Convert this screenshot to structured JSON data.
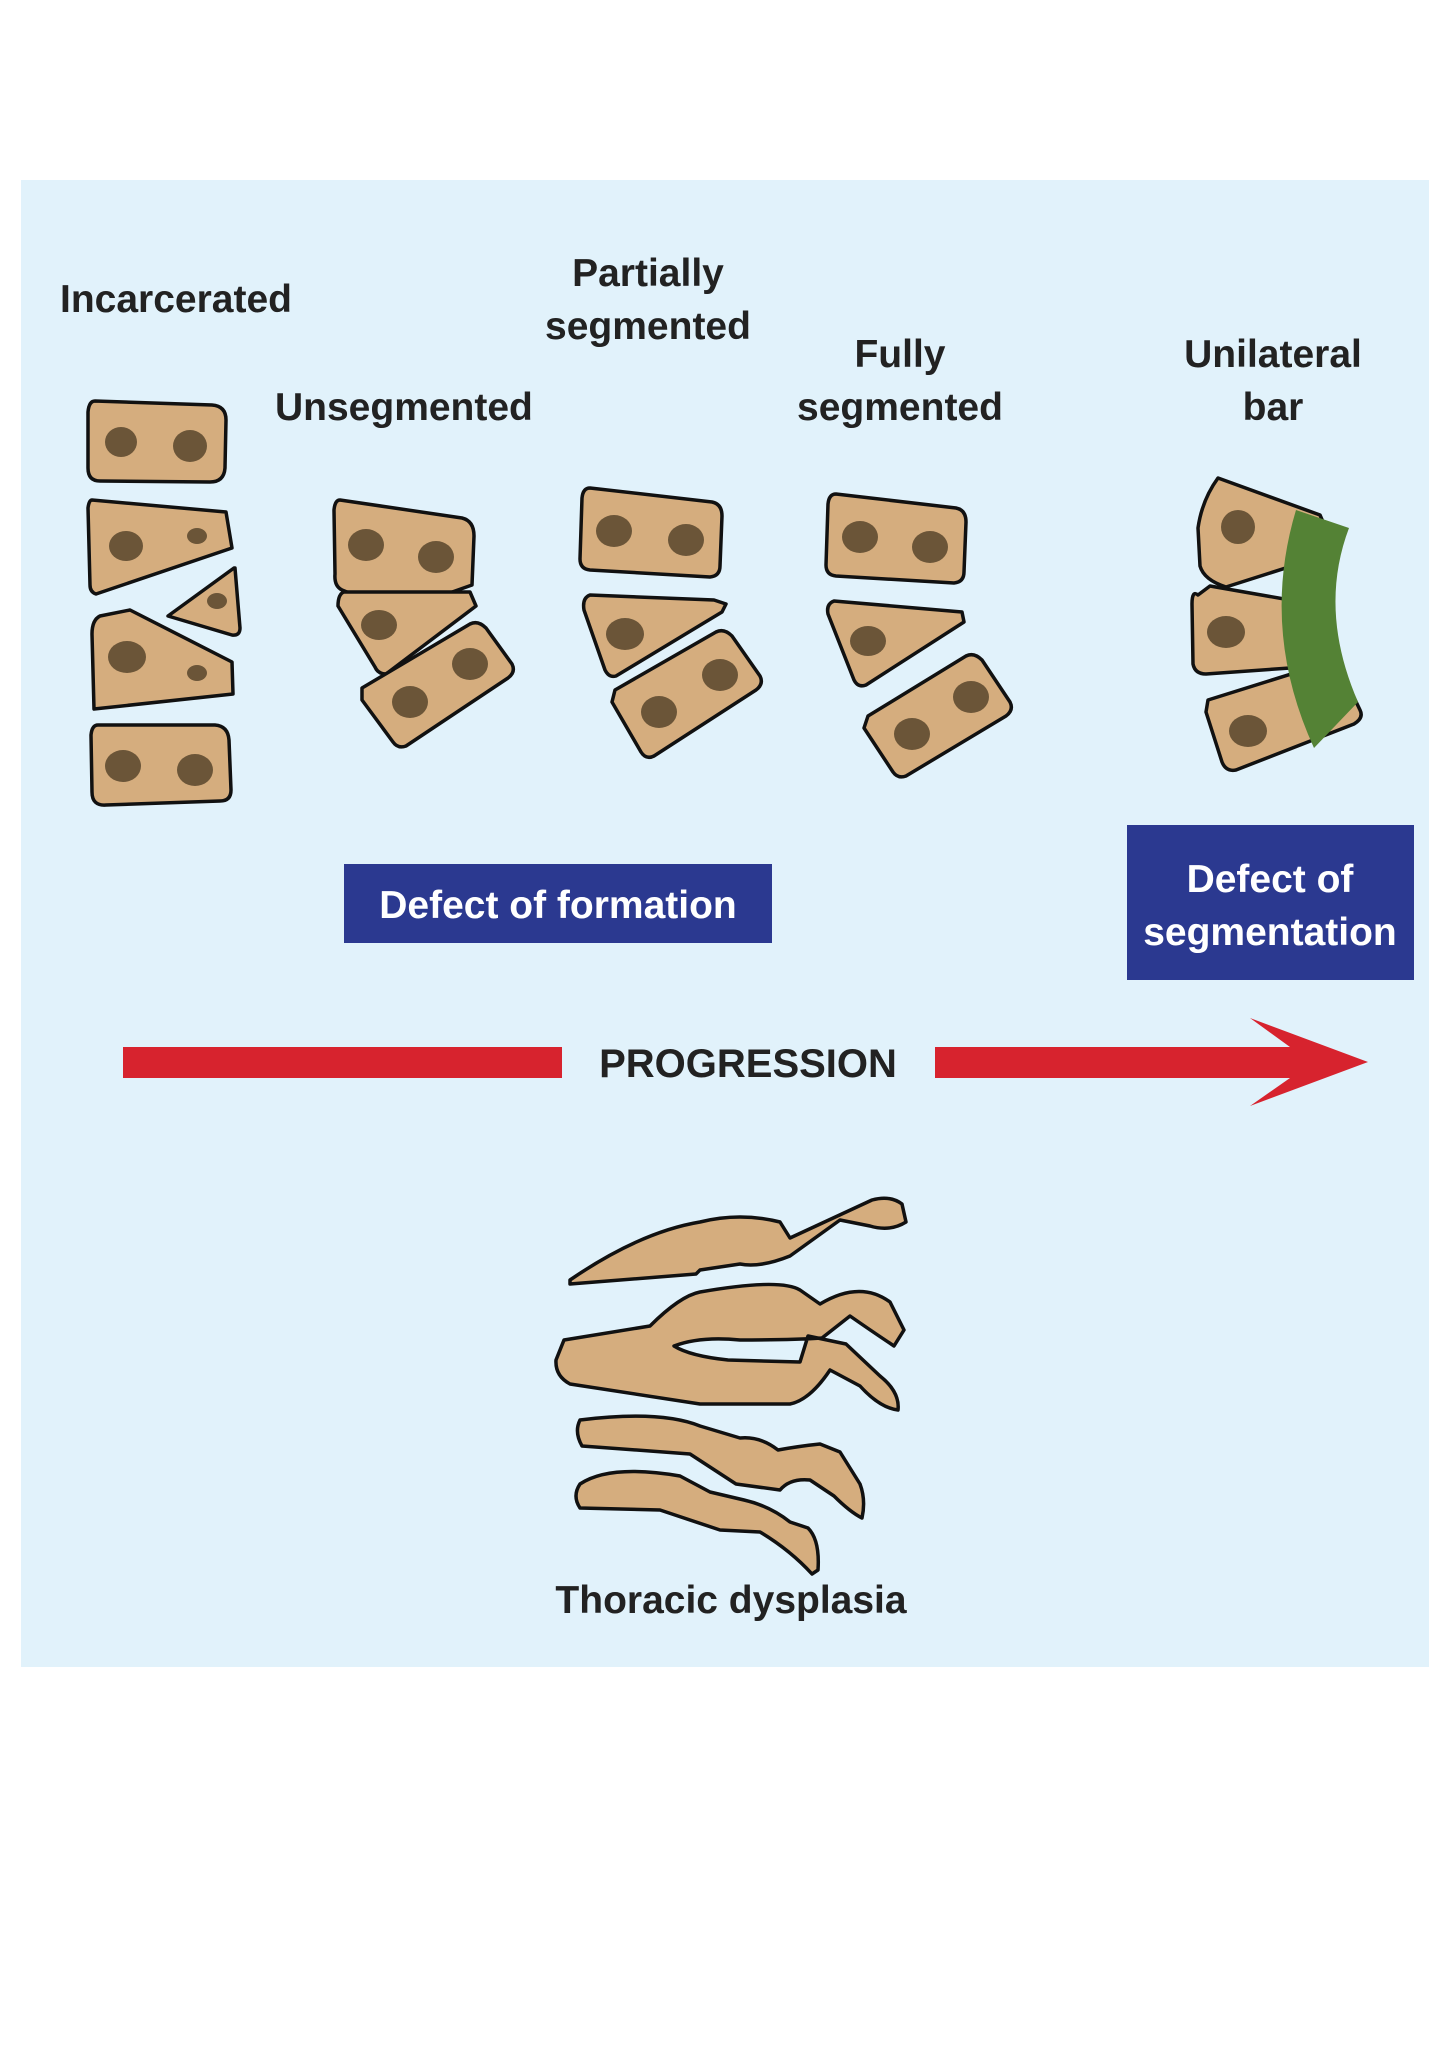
{
  "labels": {
    "incarcerated": "Incarcerated",
    "unsegmented": "Unsegmented",
    "partially_line1": "Partially",
    "partially_line2": "segmented",
    "fully_line1": "Fully",
    "fully_line2": "segmented",
    "unilateral_line1": "Unilateral",
    "unilateral_line2": "bar",
    "thoracic": "Thoracic dysplasia"
  },
  "boxes": {
    "formation": "Defect of formation",
    "segmentation_line1": "Defect of",
    "segmentation_line2": "segmentation"
  },
  "progression": "PROGRESSION",
  "colors": {
    "background": "#e1f2fb",
    "vertebra": "#d5ad7e",
    "nucleus": "#6b5538",
    "box": "#2b3990",
    "arrow": "#d7232e",
    "bar": "#548235"
  }
}
